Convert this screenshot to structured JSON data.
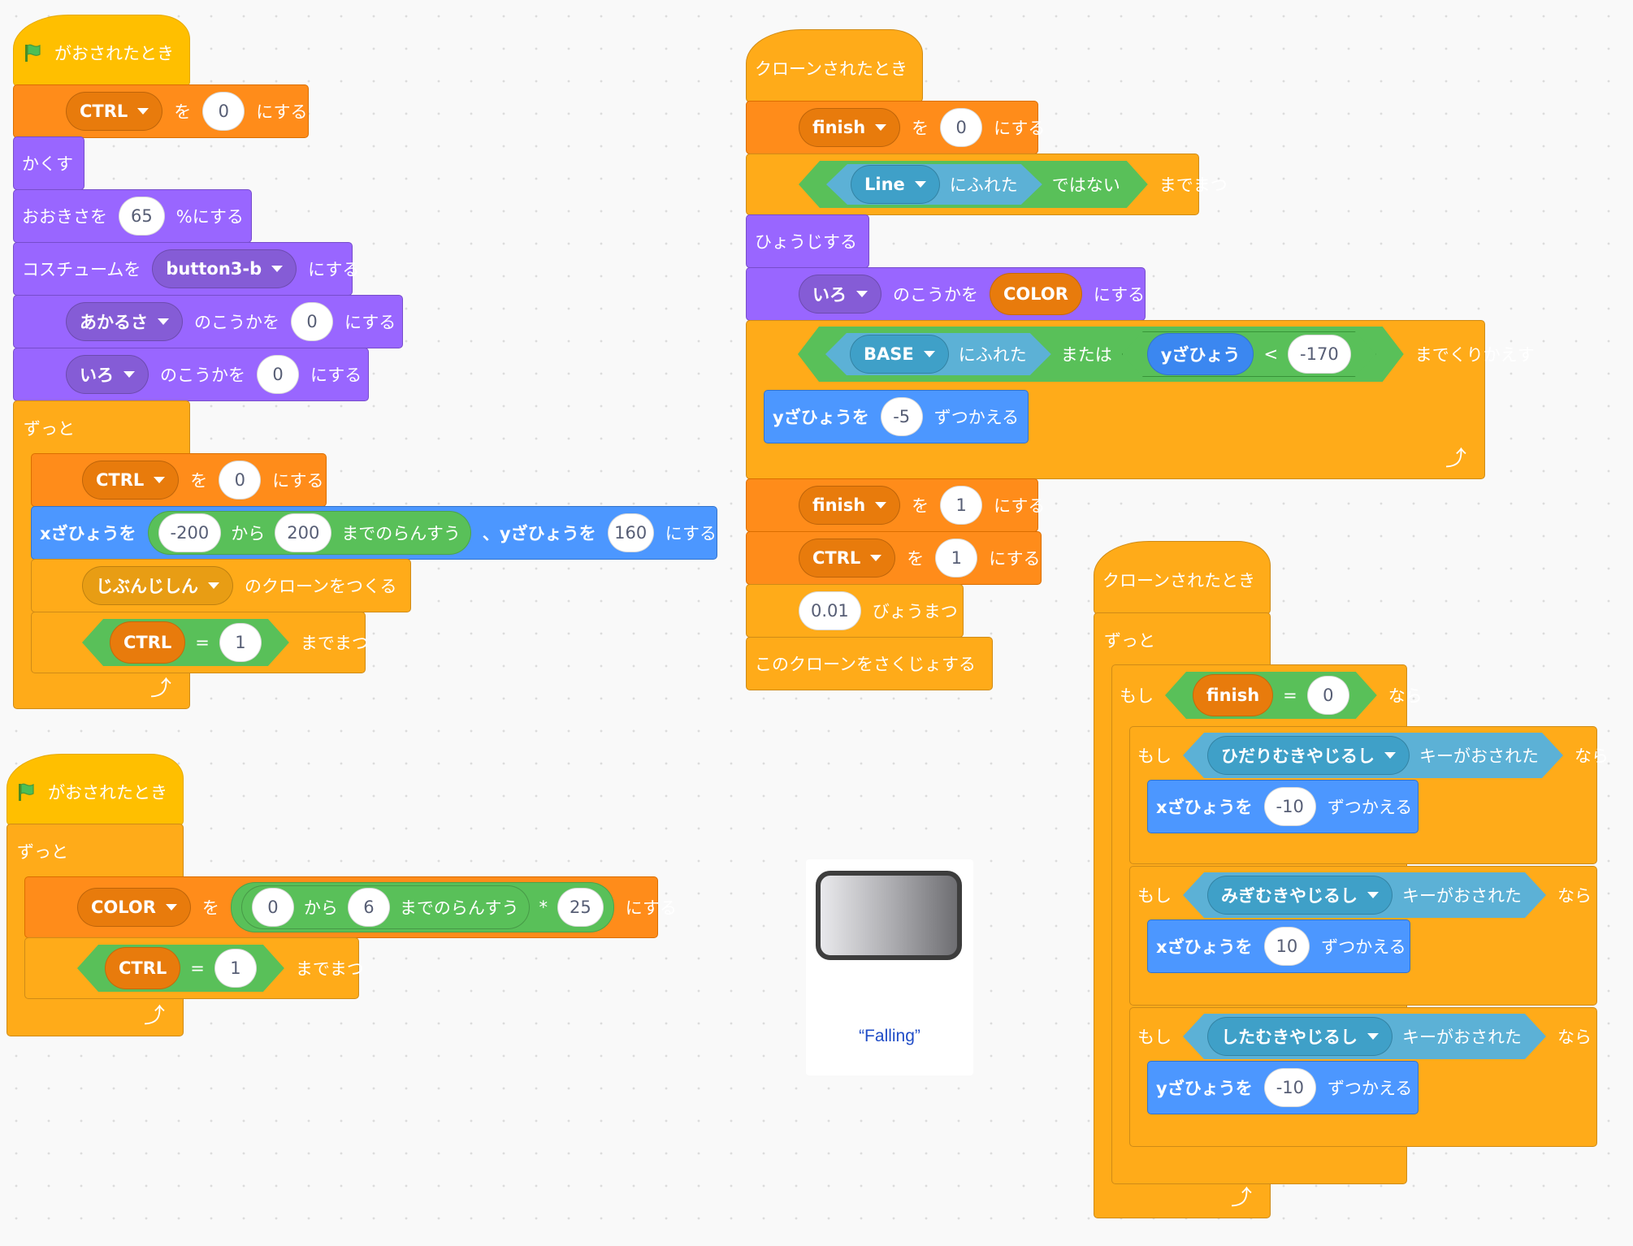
{
  "colors": {
    "events": "#ffbf00",
    "motion": "#4c97ff",
    "looks": "#9966ff",
    "control": "#ffab19",
    "variables": "#ff8c1a",
    "operators": "#59c059",
    "sensing": "#5cb1d6"
  },
  "icons": {
    "green_flag": "green-flag-icon",
    "dropdown": "dropdown-arrow-icon",
    "loop": "loop-arrow-icon"
  },
  "s1": {
    "hat": "がおされたとき",
    "set1": {
      "var": "CTRL",
      "wo": "を",
      "val": "0",
      "end": "にする"
    },
    "hide": "かくす",
    "size": {
      "pre": "おおきさを",
      "val": "65",
      "end": "%にする"
    },
    "costume": {
      "pre": "コスチュームを",
      "val": "button3-b",
      "end": "にする"
    },
    "eff1": {
      "eff": "あかるさ",
      "mid": "のこうかを",
      "val": "0",
      "end": "にする"
    },
    "eff2": {
      "eff": "いろ",
      "mid": "のこうかを",
      "val": "0",
      "end": "にする"
    },
    "forever": "ずっと",
    "set2": {
      "var": "CTRL",
      "wo": "を",
      "val": "0",
      "end": "にする"
    },
    "goto": {
      "pre": "xざひょうを",
      "from": "-200",
      "kara": "から",
      "to": "200",
      "rand": "までのらんすう",
      "mid": "、yざひょうを",
      "y": "160",
      "end": "にする"
    },
    "clone": {
      "target": "じぶんじしん",
      "end": "のクローンをつくる"
    },
    "wait": {
      "var": "CTRL",
      "eq": "=",
      "val": "1",
      "end": "までまつ"
    }
  },
  "s2": {
    "hat": "がおされたとき",
    "forever": "ずっと",
    "set": {
      "var": "COLOR",
      "wo": "を",
      "from": "0",
      "kara": "から",
      "to": "6",
      "rand": "までのらんすう",
      "mul": "*",
      "n": "25",
      "end": "にする"
    },
    "wait": {
      "var": "CTRL",
      "eq": "=",
      "val": "1",
      "end": "までまつ"
    }
  },
  "s3": {
    "hat": "クローンされたとき",
    "set1": {
      "var": "finish",
      "wo": "を",
      "val": "0",
      "end": "にする"
    },
    "waitnot": {
      "obj": "Line",
      "touch": "にふれた",
      "not": "ではない",
      "end": "までまつ"
    },
    "show": "ひょうじする",
    "effect": {
      "eff": "いろ",
      "mid": "のこうかを",
      "var": "COLOR",
      "end": "にする"
    },
    "repeat": {
      "obj": "BASE",
      "touch": "にふれた",
      "or": "または",
      "y": "yざひょう",
      "lt": "<",
      "val": "-170",
      "end": "までくりかえす"
    },
    "changey": {
      "pre": "yざひょうを",
      "val": "-5",
      "end": "ずつかえる"
    },
    "set2": {
      "var": "finish",
      "wo": "を",
      "val": "1",
      "end": "にする"
    },
    "set3": {
      "var": "CTRL",
      "wo": "を",
      "val": "1",
      "end": "にする"
    },
    "wait": {
      "val": "0.01",
      "end": "びょうまつ"
    },
    "del": "このクローンをさくじょする"
  },
  "s4": {
    "hat": "クローンされたとき",
    "forever": "ずっと",
    "if1": {
      "moshi": "もし",
      "var": "finish",
      "eq": "=",
      "val": "0",
      "nara": "なら"
    },
    "if2": {
      "moshi": "もし",
      "key": "ひだりむきやじるし",
      "pressed": "キーがおされた",
      "nara": "なら",
      "pre": "xざひょうを",
      "val": "-10",
      "end": "ずつかえる"
    },
    "if3": {
      "moshi": "もし",
      "key": "みぎむきやじるし",
      "pressed": "キーがおされた",
      "nara": "なら",
      "pre": "xざひょうを",
      "val": "10",
      "end": "ずつかえる"
    },
    "if4": {
      "moshi": "もし",
      "key": "したむきやじるし",
      "pressed": "キーがおされた",
      "nara": "なら",
      "pre": "yざひょうを",
      "val": "-10",
      "end": "ずつかえる"
    }
  },
  "costume_preview": {
    "label": "“Falling”"
  }
}
